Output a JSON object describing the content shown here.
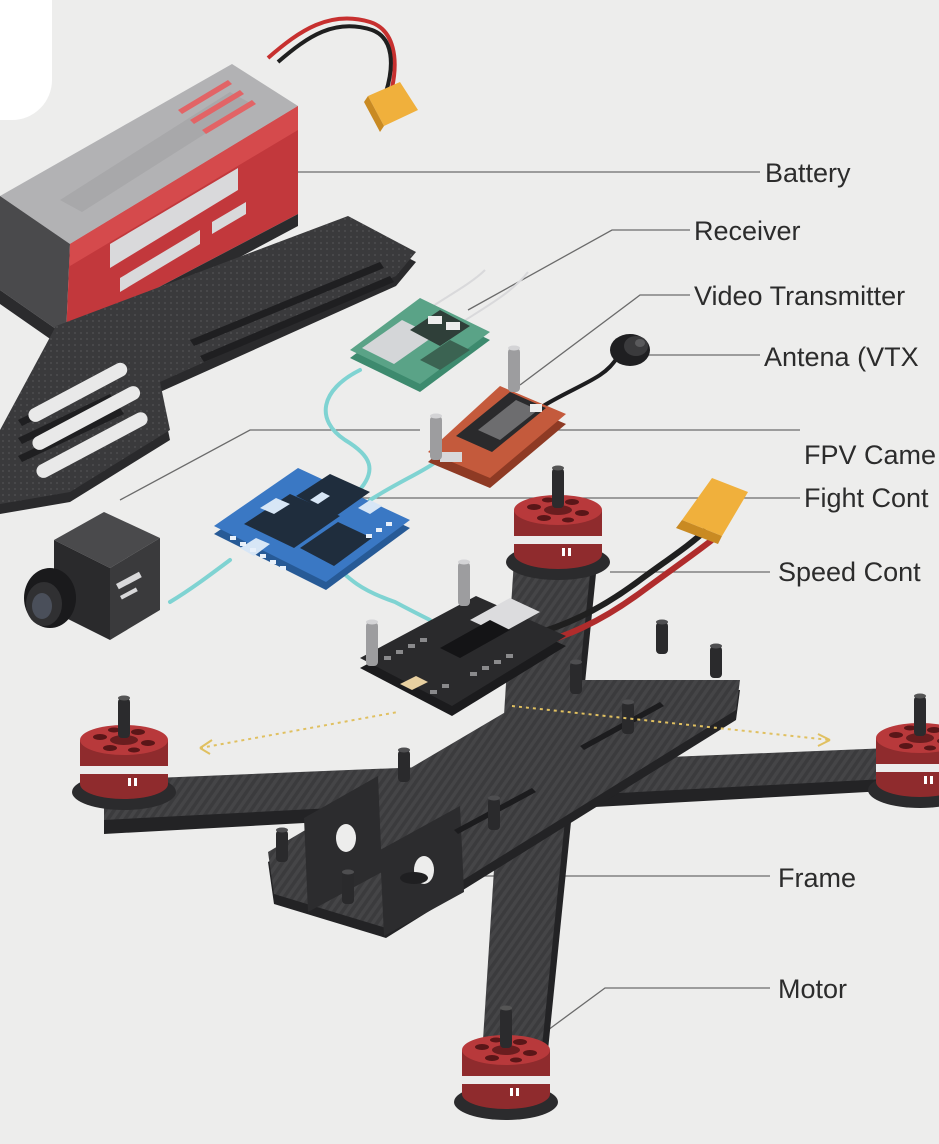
{
  "labels": {
    "battery": "Battery",
    "receiver": "Receiver",
    "video_transmitter": "Video Transmitter",
    "antenna": "Antena (VTX",
    "fpv_camera": "FPV Came",
    "flight_controller": "Fight Cont",
    "speed_controller": "Speed Cont",
    "frame": "Frame",
    "motor": "Motor"
  },
  "colors": {
    "background": "#ededec",
    "carbon": "#3d3d3f",
    "battery_red": "#c2383c",
    "motor_red": "#a83535",
    "receiver_board": "#5aa387",
    "vtx_board": "#c45a3c",
    "fc_board": "#3a78c4",
    "wire_teal": "#7fd3d2",
    "xt60_yellow": "#f0b03c"
  }
}
